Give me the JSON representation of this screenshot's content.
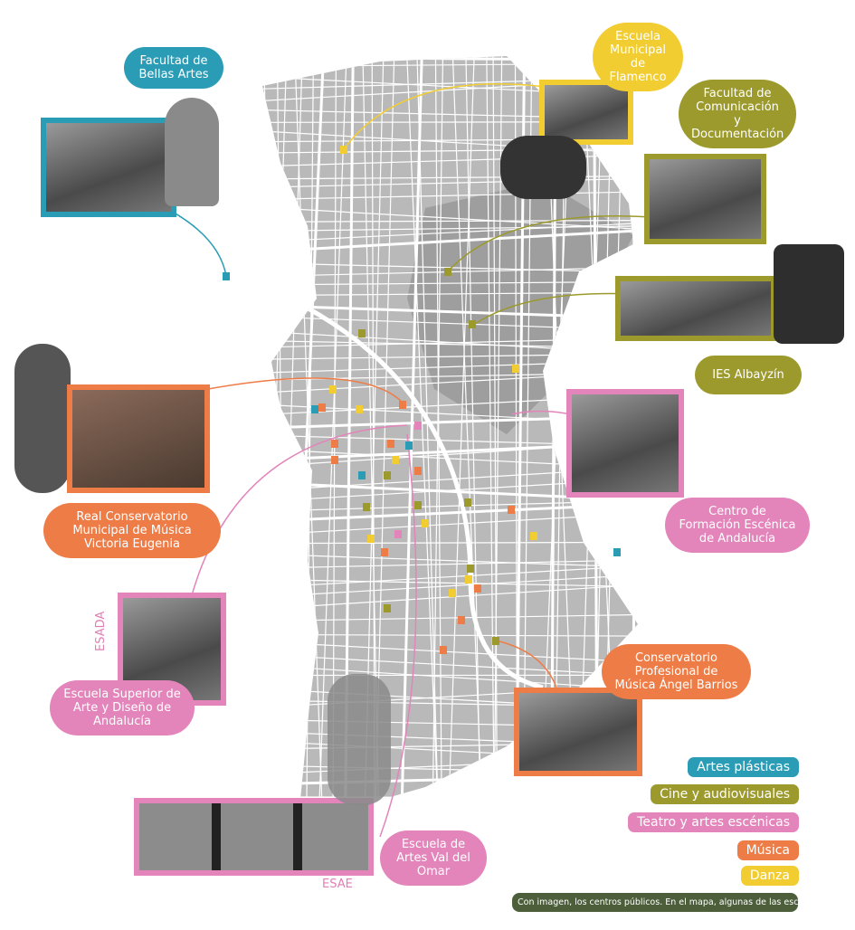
{
  "colors": {
    "artes_plasticas": "#2b9cb6",
    "cine": "#9c9a2c",
    "teatro": "#e384ba",
    "musica": "#ee7c46",
    "danza": "#f2cd32",
    "note": "#4c5e3a"
  },
  "bubbles": {
    "bellas_artes": "Facultad de Bellas Artes",
    "flamenco": "Escuela Municipal de Flamenco",
    "comunicacion": "Facultad de Comunicación y Documentación",
    "albayzin": "IES Albayzín",
    "conservatorio_victoria": "Real Conservatorio Municipal de Música Victoria Eugenia",
    "formacion_escenica": "Centro de Formación Escénica de Andalucía",
    "esada": "Escuela Superior de Arte y Diseño de Andalucía",
    "angel_barrios": "Conservatorio Profesional de Música Ángel Barrios",
    "val_del_omar": "Escuela de Artes Val del Omar"
  },
  "photo_labels": {
    "esada": "ESADA",
    "esae": "ESAE"
  },
  "legend": [
    {
      "label": "Artes plásticas",
      "key": "artes_plasticas"
    },
    {
      "label": "Cine y audiovisuales",
      "key": "cine"
    },
    {
      "label": "Teatro y artes escénicas",
      "key": "teatro"
    },
    {
      "label": "Música",
      "key": "musica"
    },
    {
      "label": "Danza",
      "key": "danza"
    }
  ],
  "note": "Con imagen, los centros públicos. En el mapa, algunas de las escuelas privadas"
}
